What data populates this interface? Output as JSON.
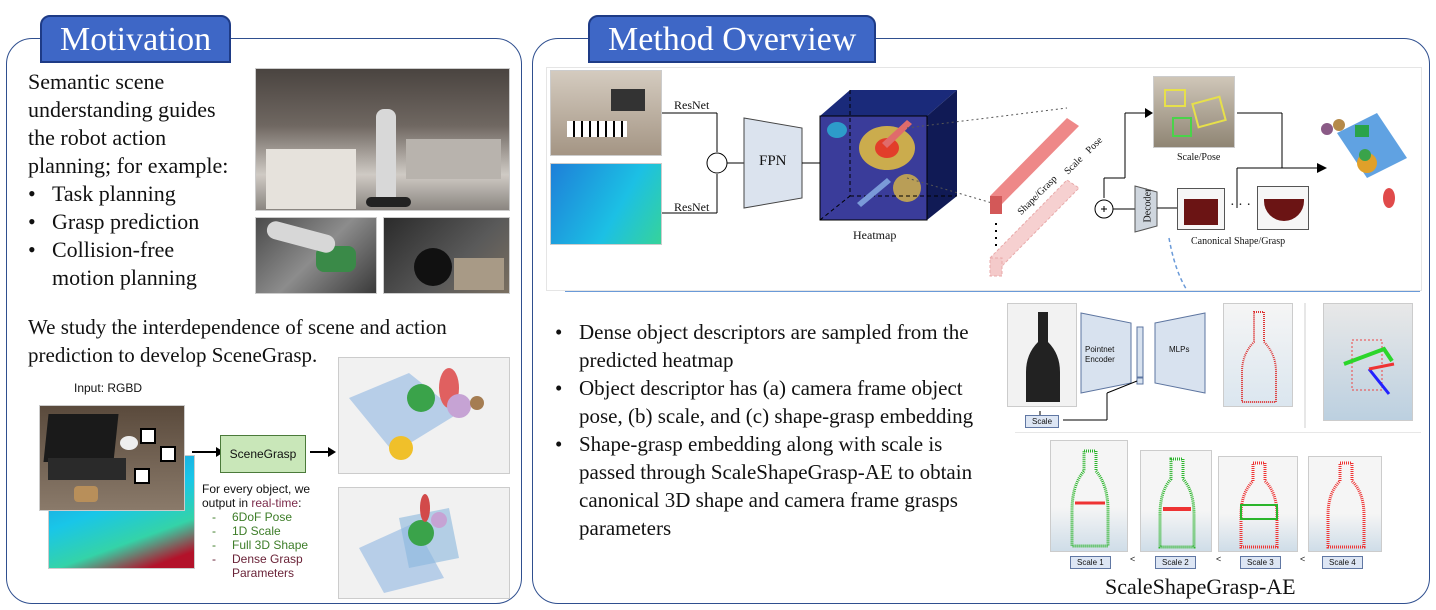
{
  "motivation": {
    "title": "Motivation",
    "intro_lines": [
      "Semantic scene",
      "understanding guides",
      "the robot action",
      "planning; for example:"
    ],
    "bullets": [
      "Task planning",
      "Grasp prediction",
      "Collision-free"
    ],
    "bullet_continuation": "motion planning",
    "study_text": "We study the interdependence of scene and action prediction to develop SceneGrasp.",
    "input_label": "Input: RGBD",
    "model_label": "SceneGrasp",
    "output_intro": [
      "For every object, we",
      "output in "
    ],
    "realtime_word": "real-time",
    "realtime_colon": ":",
    "outputs": [
      "6DoF Pose",
      "1D Scale",
      "Full 3D Shape",
      "Dense Grasp Parameters"
    ],
    "output_dash": "-"
  },
  "method": {
    "title": "Method Overview",
    "labels": {
      "resnet_top": "ResNet",
      "resnet_bottom": "ResNet",
      "plus": "+",
      "fpn": "FPN",
      "heatmap": "Heatmap",
      "shape_grasp": "Shape/Grasp",
      "scale": "Scale",
      "pose": "Pose",
      "decoder": "Decoder",
      "scale_pose": "Scale/Pose",
      "canonical": "Canonical Shape/Grasp",
      "dots": "· · ·"
    },
    "bullets": [
      "Dense object descriptors are sampled from the predicted heatmap",
      "Object descriptor has (a) camera frame object pose, (b) scale, and (c) shape-grasp embedding",
      "Shape-grasp embedding along with scale is passed through ScaleShapeGrasp-AE to obtain canonical 3D shape and camera frame grasps parameters"
    ],
    "ae": {
      "encoder": "Pointnet Encoder",
      "mlps": "MLPs",
      "scale_tag": "Scale",
      "scales": [
        "Scale 1",
        "Scale 2",
        "Scale 3",
        "Scale 4"
      ],
      "lt": "<",
      "caption": "ScaleShapeGrasp-AE"
    }
  },
  "colors": {
    "tab_blue": "#3e67c6",
    "border_blue": "#2f4f8f",
    "green_box": "#c9e7b9",
    "realtime": "#7a2a4a",
    "output_green": "#3d7d28",
    "output_maroon": "#6a2338"
  }
}
